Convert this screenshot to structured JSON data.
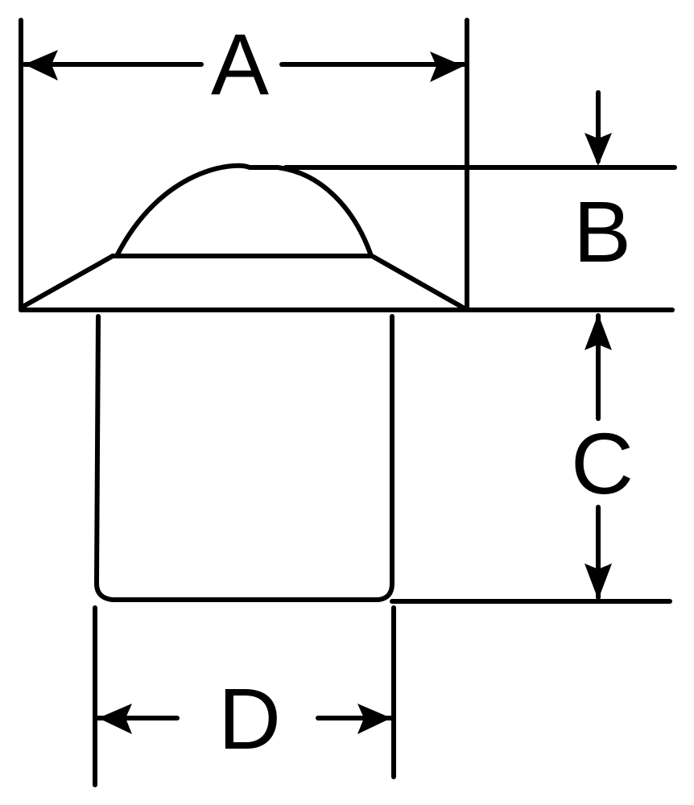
{
  "diagram": {
    "labels": {
      "a": "A",
      "b": "B",
      "c": "C",
      "d": "D"
    }
  },
  "colors": {
    "background": "#ffffff",
    "ink": "#000000"
  }
}
